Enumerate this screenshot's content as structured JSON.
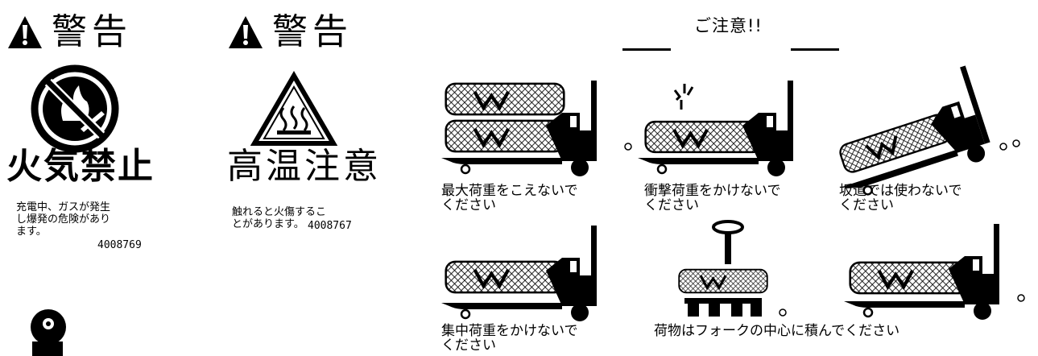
{
  "labels": [
    {
      "signal_word": "警告",
      "title": "火気禁止",
      "body": "充電中、ガスが発生\nし爆発の危険があり\nます。",
      "code": "4008769",
      "pictogram": "no-fire-icon"
    },
    {
      "signal_word": "警告",
      "title": "高温注意",
      "body": "触れると火傷するこ\nとがあります。",
      "code": "4008767",
      "pictogram": "hot-surface-icon"
    }
  ],
  "caution": {
    "title": "ご注意!!",
    "panels": [
      {
        "caption": "最大荷重をこえないで\nください",
        "scene": "stacked-overload"
      },
      {
        "caption": "衝撃荷重をかけないで\nください",
        "scene": "impact-load"
      },
      {
        "caption": "坂道では使わないで\nください",
        "scene": "slope"
      },
      {
        "caption": "集中荷重をかけないで\nください",
        "scene": "concentrated-load"
      },
      {
        "caption": "荷物はフォークの中心に積んでください",
        "scene": "centered-load"
      }
    ]
  },
  "colors": {
    "ink": "#000000",
    "background": "#ffffff"
  }
}
